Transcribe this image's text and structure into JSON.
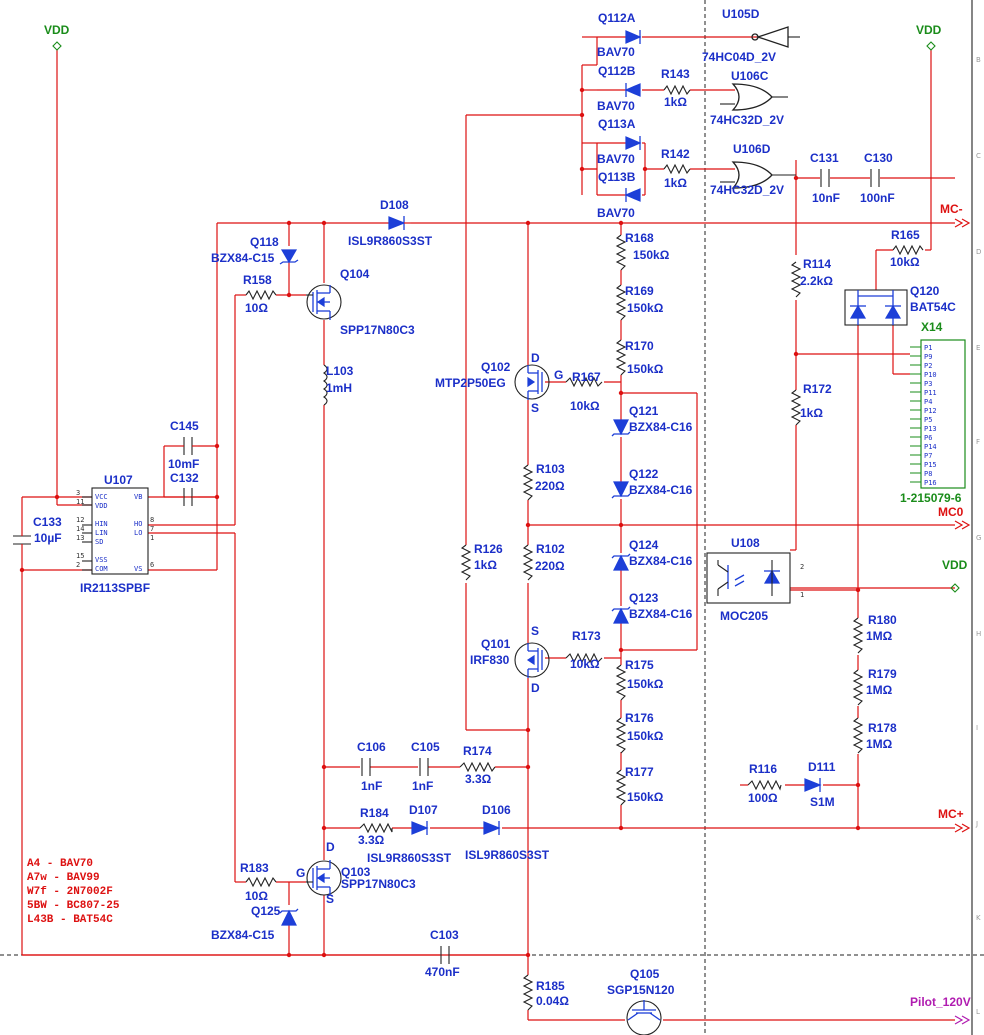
{
  "nets": {
    "vdd": "VDD",
    "mc_minus": "MC-",
    "mc_zero": "MC0",
    "mc_plus": "MC+",
    "pilot": "Pilot_120V"
  },
  "components": {
    "q112a": "Q112A",
    "bav70_a": "BAV70",
    "q112b": "Q112B",
    "bav70_b": "BAV70",
    "q113a": "Q113A",
    "bav70_c": "BAV70",
    "q113b": "Q113B",
    "bav70_d": "BAV70",
    "u105d": "U105D",
    "u105d_val": "74HC04D_2V",
    "r143": "R143",
    "r143_val": "1kΩ",
    "u106c": "U106C",
    "u106c_val": "74HC32D_2V",
    "r142": "R142",
    "r142_val": "1kΩ",
    "u106d": "U106D",
    "u106d_val": "74HC32D_2V",
    "c131": "C131",
    "c131_val": "10nF",
    "c130": "C130",
    "c130_val": "100nF",
    "d108": "D108",
    "d108_val": "ISL9R860S3ST",
    "q118": "Q118",
    "q118_val": "BZX84-C15",
    "r158": "R158",
    "r158_val": "10Ω",
    "q104": "Q104",
    "q104_val": "SPP17N80C3",
    "l103": "L103",
    "l103_val": "1mH",
    "c145": "C145",
    "c145_val": "10mF",
    "c132": "C132",
    "u107": "U107",
    "u107_val": "IR2113SPBF",
    "c133": "C133",
    "c133_val": "10µF",
    "r168": "R168",
    "r168_val": "150kΩ",
    "r169": "R169",
    "r169_val": "150kΩ",
    "r170": "R170",
    "r170_val": "150kΩ",
    "r114": "R114",
    "r114_val": "2.2kΩ",
    "r165": "R165",
    "r165_val": "10kΩ",
    "q120": "Q120",
    "q120_val": "BAT54C",
    "x14": "X14",
    "x14_val": "1-215079-6",
    "q102": "Q102",
    "q102_val": "MTP2P50EG",
    "r167": "R167",
    "r167_val": "10kΩ",
    "q121": "Q121",
    "q121_val": "BZX84-C16",
    "q122": "Q122",
    "q122_val": "BZX84-C16",
    "r172": "R172",
    "r172_val": "1kΩ",
    "r103": "R103",
    "r103_val": "220Ω",
    "u108": "U108",
    "u108_val": "MOC205",
    "r126": "R126",
    "r126_val": "1kΩ",
    "r102": "R102",
    "r102_val": "220Ω",
    "q124": "Q124",
    "q124_val": "BZX84-C16",
    "q123": "Q123",
    "q123_val": "BZX84-C16",
    "q101": "Q101",
    "q101_val": "IRF830",
    "r173": "R173",
    "r173_val": "10kΩ",
    "r175": "R175",
    "r175_val": "150kΩ",
    "r180": "R180",
    "r180_val": "1MΩ",
    "r179": "R179",
    "r179_val": "1MΩ",
    "r176": "R176",
    "r176_val": "150kΩ",
    "r178": "R178",
    "r178_val": "1MΩ",
    "c106": "C106",
    "c106_val": "1nF",
    "c105": "C105",
    "c105_val": "1nF",
    "r174": "R174",
    "r174_val": "3.3Ω",
    "r177": "R177",
    "r177_val": "150kΩ",
    "r116": "R116",
    "r116_val": "100Ω",
    "d111": "D111",
    "d111_val": "S1M",
    "r184": "R184",
    "r184_val": "3.3Ω",
    "d107": "D107",
    "d107_val": "ISL9R860S3ST",
    "d106": "D106",
    "d106_val": "ISL9R860S3ST",
    "r183": "R183",
    "r183_val": "10Ω",
    "q103": "Q103",
    "q103_val": "SPP17N80C3",
    "q125": "Q125",
    "q125_val": "BZX84-C15",
    "c103": "C103",
    "c103_val": "470nF",
    "r185": "R185",
    "r185_val": "0.04Ω",
    "q105": "Q105",
    "q105_val": "SGP15N120"
  },
  "pins": {
    "d": "D",
    "s": "S",
    "g": "G",
    "u107_vcc": "VCC",
    "u107_vdd": "VDD",
    "u107_hin": "HIN",
    "u107_lin": "LIN",
    "u107_sd": "SD",
    "u107_vss": "VSS",
    "u107_com": "COM",
    "u107_vb": "VB",
    "u107_ho": "HO",
    "u107_lo": "LO",
    "u107_vs": "VS",
    "n3": "3",
    "n11": "11",
    "n12": "12",
    "n14": "14",
    "n13": "13",
    "n15": "15",
    "n2": "2",
    "n8": "8",
    "n7": "7",
    "n1": "1",
    "n6": "6",
    "x14_p1": "P1",
    "x14_p9": "P9",
    "x14_p2": "P2",
    "x14_p10": "P10",
    "x14_p3": "P3",
    "x14_p11": "P11",
    "x14_p4": "P4",
    "x14_p12": "P12",
    "x14_p5": "P5",
    "x14_p13": "P13",
    "x14_p6": "P6",
    "x14_p14": "P14",
    "x14_p7": "P7",
    "x14_p15": "P15",
    "x14_p8": "P8",
    "x14_p16": "P16",
    "u108_p2": "2",
    "u108_p1": "1"
  },
  "legend": [
    "A4   - BAV70",
    "A7w  - BAV99",
    "W7f  - 2N7002F",
    "5BW  - BC807-25",
    "L43B - BAT54C"
  ],
  "border": [
    "B",
    "C",
    "D",
    "E",
    "F",
    "G",
    "H",
    "I",
    "J",
    "K",
    "L"
  ]
}
